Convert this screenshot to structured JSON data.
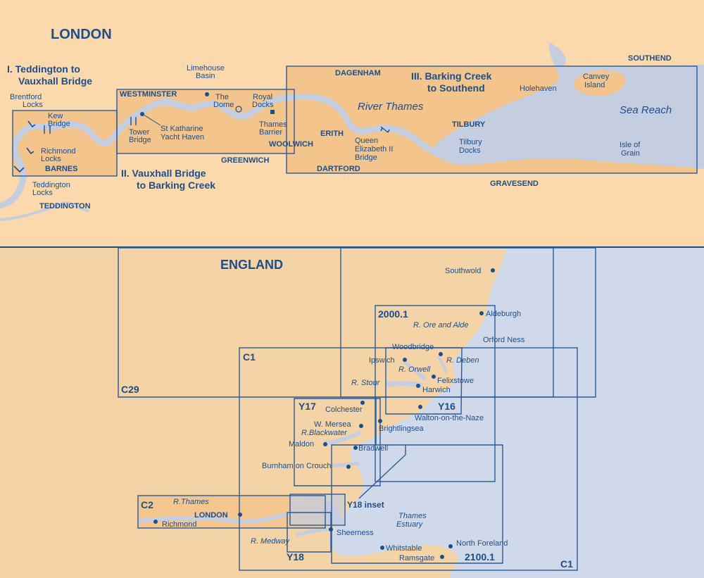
{
  "colors": {
    "land_top": "#fbd9ac",
    "land_bottom": "#f4d3a6",
    "highlight": "#f3c48c",
    "water": "#c4cee0",
    "sea": "#d0d9ea",
    "text": "#1d4e8a",
    "box": "#2a5a9a"
  },
  "london": {
    "title": "LONDON",
    "sections": {
      "s1_line1": "I. Teddington to",
      "s1_line2": "Vauxhall Bridge",
      "s2_line1": "II. Vauxhall Bridge",
      "s2_line2": "to Barking Creek",
      "s3_line1": "III. Barking Creek",
      "s3_line2": "to Southend"
    },
    "labels": {
      "brentford_1": "Brentford",
      "brentford_2": "Locks",
      "kew_1": "Kew",
      "kew_2": "Bridge",
      "richmond_1": "Richmond",
      "richmond_2": "Locks",
      "barnes": "BARNES",
      "teddlocks_1": "Teddington",
      "teddlocks_2": "Locks",
      "teddington": "TEDDINGTON",
      "westminster": "WESTMINSTER",
      "limehouse_1": "Limehouse",
      "limehouse_2": "Basin",
      "dome_1": "The",
      "dome_2": "Dome",
      "royal_1": "Royal",
      "royal_2": "Docks",
      "stk_1": "St Katharine",
      "stk_2": "Yacht Haven",
      "tower_1": "Tower",
      "tower_2": "Bridge",
      "barrier_1": "Thames",
      "barrier_2": "Barrier",
      "woolwich": "WOOLWICH",
      "greenwich": "GREENWICH",
      "dagenham": "DAGENHAM",
      "river_thames": "River Thames",
      "erith": "ERITH",
      "qe_1": "Queen",
      "qe_2": "Elizabeth II",
      "qe_3": "Bridge",
      "dartford": "DARTFORD",
      "tilbury": "TILBURY",
      "tilbury_docks_1": "Tilbury",
      "tilbury_docks_2": "Docks",
      "holehaven": "Holehaven",
      "canvey_1": "Canvey",
      "canvey_2": "Island",
      "southend": "SOUTHEND",
      "sea_reach": "Sea Reach",
      "grain_1": "Isle of",
      "grain_2": "Grain",
      "gravesend": "GRAVESEND"
    }
  },
  "england": {
    "title": "ENGLAND",
    "charts": {
      "c29": "C29",
      "c1_top": "C1",
      "c1_bottom": "C1",
      "c2": "C2",
      "y17": "Y17",
      "y16": "Y16",
      "y18": "Y18",
      "y18_inset": "Y18 inset",
      "c2000": "2000.1",
      "c2100": "2100.1"
    },
    "places": {
      "southwold": "Southwold",
      "aldeburgh": "Aldeburgh",
      "r_ore": "R. Ore and Alde",
      "orford": "Orford Ness",
      "woodbridge": "Woodbridge",
      "ipswich": "Ipswich",
      "r_deben": "R. Deben",
      "r_orwell": "R. Orwell",
      "felixstowe": "Felixstowe",
      "r_stour": "R. Stour",
      "harwich": "Harwich",
      "colchester": "Colchester",
      "walton": "Walton-on-the-Naze",
      "w_mersea": "W. Mersea",
      "brightlingsea": "Brightlingsea",
      "r_blackwater": "R.Blackwater",
      "maldon": "Maldon",
      "bradwell": "Bradwell",
      "burnham": "Burnham on Crouch",
      "r_thames": "R.Thames",
      "london": "LONDON",
      "richmond": "Richmond",
      "thames_estuary_1": "Thames",
      "thames_estuary_2": "Estuary",
      "r_medway": "R. Medway",
      "sheerness": "Sheerness",
      "whitstable": "Whitstable",
      "north_foreland": "North Foreland",
      "ramsgate": "Ramsgate"
    }
  }
}
